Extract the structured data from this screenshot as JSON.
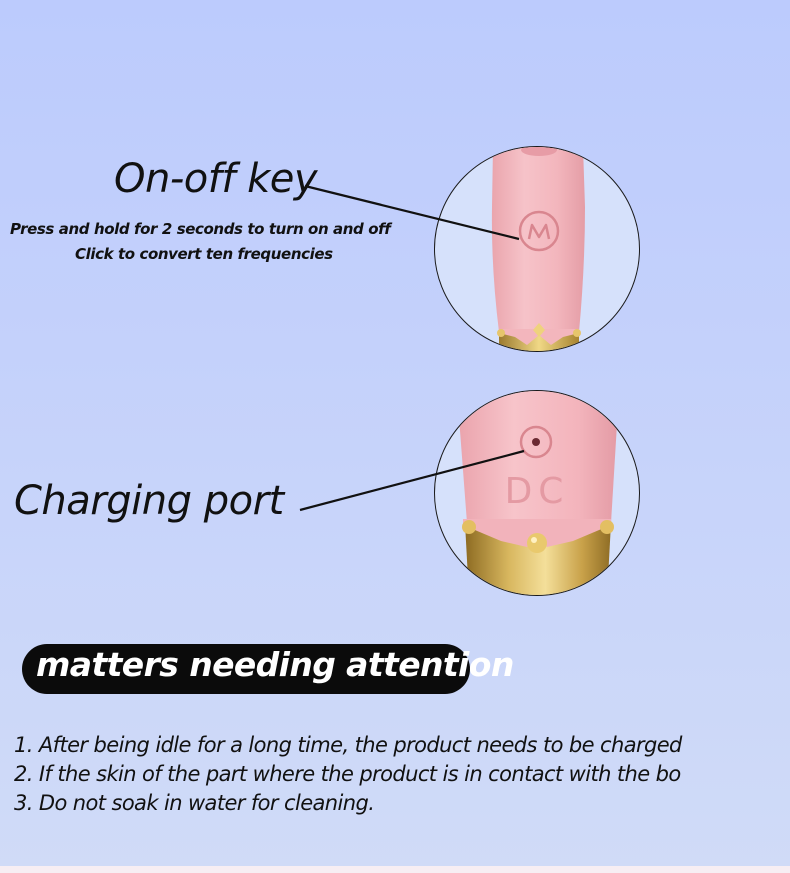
{
  "on_off_section": {
    "title": "On-off key",
    "instructions": [
      "Press and hold for 2 seconds to turn on and off",
      "Click to convert ten frequencies"
    ]
  },
  "charging_section": {
    "title": "Charging port",
    "port_marking": "DC"
  },
  "attention_section": {
    "title": "matters needing attention",
    "notes": [
      "1. After being idle for a long time, the product needs to be charged",
      "2. If the skin of the part where the product is in contact with the bo",
      "3. Do not soak in water for cleaning."
    ]
  },
  "colors": {
    "background_top": "#bccbfd",
    "background_bottom": "#d0dbf7",
    "device_pink": "#f3b8bf",
    "gold_crown": "#d2b25c",
    "label_pill": "#0b0b0b"
  }
}
